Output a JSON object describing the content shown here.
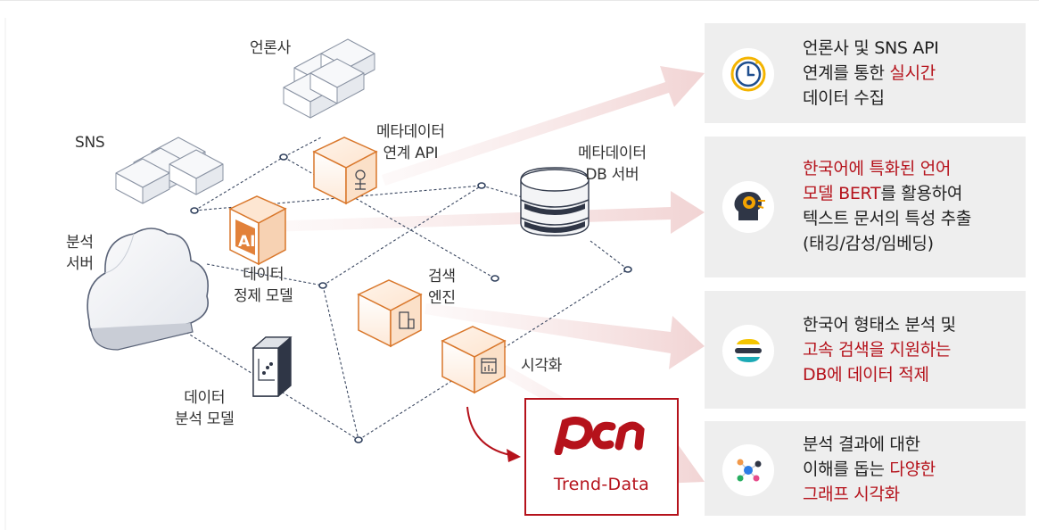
{
  "labels": {
    "press": "언론사",
    "sns": "SNS",
    "metadata_api": [
      "메타데이터",
      "연계 API"
    ],
    "metadata_db": [
      "메타데이터",
      "DB 서버"
    ],
    "analysis_server": [
      "분석",
      "서버"
    ],
    "refine_model": [
      "데이터",
      "정제 모델"
    ],
    "search_engine": [
      "검색",
      "엔진"
    ],
    "visualization": "시각화",
    "analysis_model": [
      "데이터",
      "분석 모델"
    ],
    "ai_badge": "AI"
  },
  "brand": {
    "logo_text": "pcn",
    "subtitle": "Trend-Data"
  },
  "panels": [
    {
      "icon": "stopwatch-icon",
      "lines": [
        [
          {
            "t": "언론사 및 SNS API",
            "h": false
          }
        ],
        [
          {
            "t": "연계를 통한 ",
            "h": false
          },
          {
            "t": "실시간",
            "h": true
          }
        ],
        [
          {
            "t": "데이터 수집",
            "h": false
          }
        ]
      ]
    },
    {
      "icon": "ai-head-icon",
      "lines": [
        [
          {
            "t": "한국어에 특화된 언어",
            "h": true
          }
        ],
        [
          {
            "t": "모델 BERT",
            "h": true
          },
          {
            "t": "를 활용하여",
            "h": false
          }
        ],
        [
          {
            "t": "텍스트 문서의 특성 추출",
            "h": false
          }
        ],
        [
          {
            "t": "(태깅/감성/임베딩)",
            "h": false
          }
        ]
      ]
    },
    {
      "icon": "elastic-icon",
      "lines": [
        [
          {
            "t": "한국어 형태소 분석 및",
            "h": false
          }
        ],
        [
          {
            "t": "고속 검색을 지원하는",
            "h": true
          }
        ],
        [
          {
            "t": "DB에 데이터 적제",
            "h": true
          }
        ]
      ]
    },
    {
      "icon": "graph-icon",
      "lines": [
        [
          {
            "t": "분석 결과에 대한",
            "h": false
          }
        ],
        [
          {
            "t": "이해를 돕는 ",
            "h": false
          },
          {
            "t": "다양한",
            "h": true
          }
        ],
        [
          {
            "t": "그래프 시각화",
            "h": true
          }
        ]
      ]
    }
  ],
  "colors": {
    "accent": "#b5121b",
    "arrow": "#f3dcdc",
    "panel_bg": "#eeeeee",
    "node_orange": "#d9772b",
    "line": "#2f3f5c"
  }
}
